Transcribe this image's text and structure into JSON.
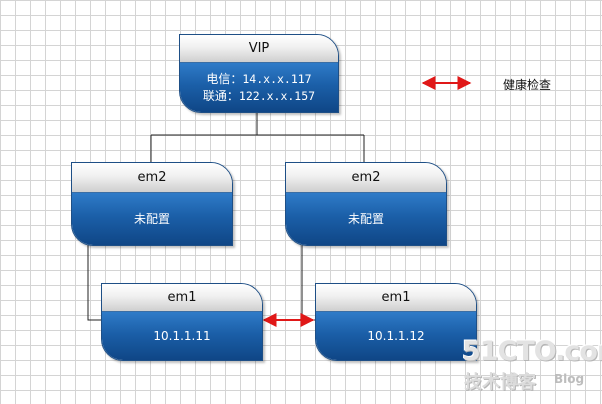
{
  "vip": {
    "title": "VIP",
    "telecom_label": "电信：",
    "telecom_ip": "14.x.x.117",
    "unicom_label": "联通：",
    "unicom_ip": "122.x.x.157"
  },
  "em2_left": {
    "title": "em2",
    "status": "未配置"
  },
  "em2_right": {
    "title": "em2",
    "status": "未配置"
  },
  "em1_left": {
    "title": "em1",
    "ip": "10.1.1.11"
  },
  "em1_right": {
    "title": "em1",
    "ip": "10.1.1.12"
  },
  "legend": {
    "label": "健康检查"
  },
  "watermark": {
    "main": "51CTO.com",
    "sub": "技术博客",
    "blog": "Blog"
  },
  "colors": {
    "arrow": "#e01818",
    "node_body": "#1b5fa8",
    "connector": "#222222"
  }
}
